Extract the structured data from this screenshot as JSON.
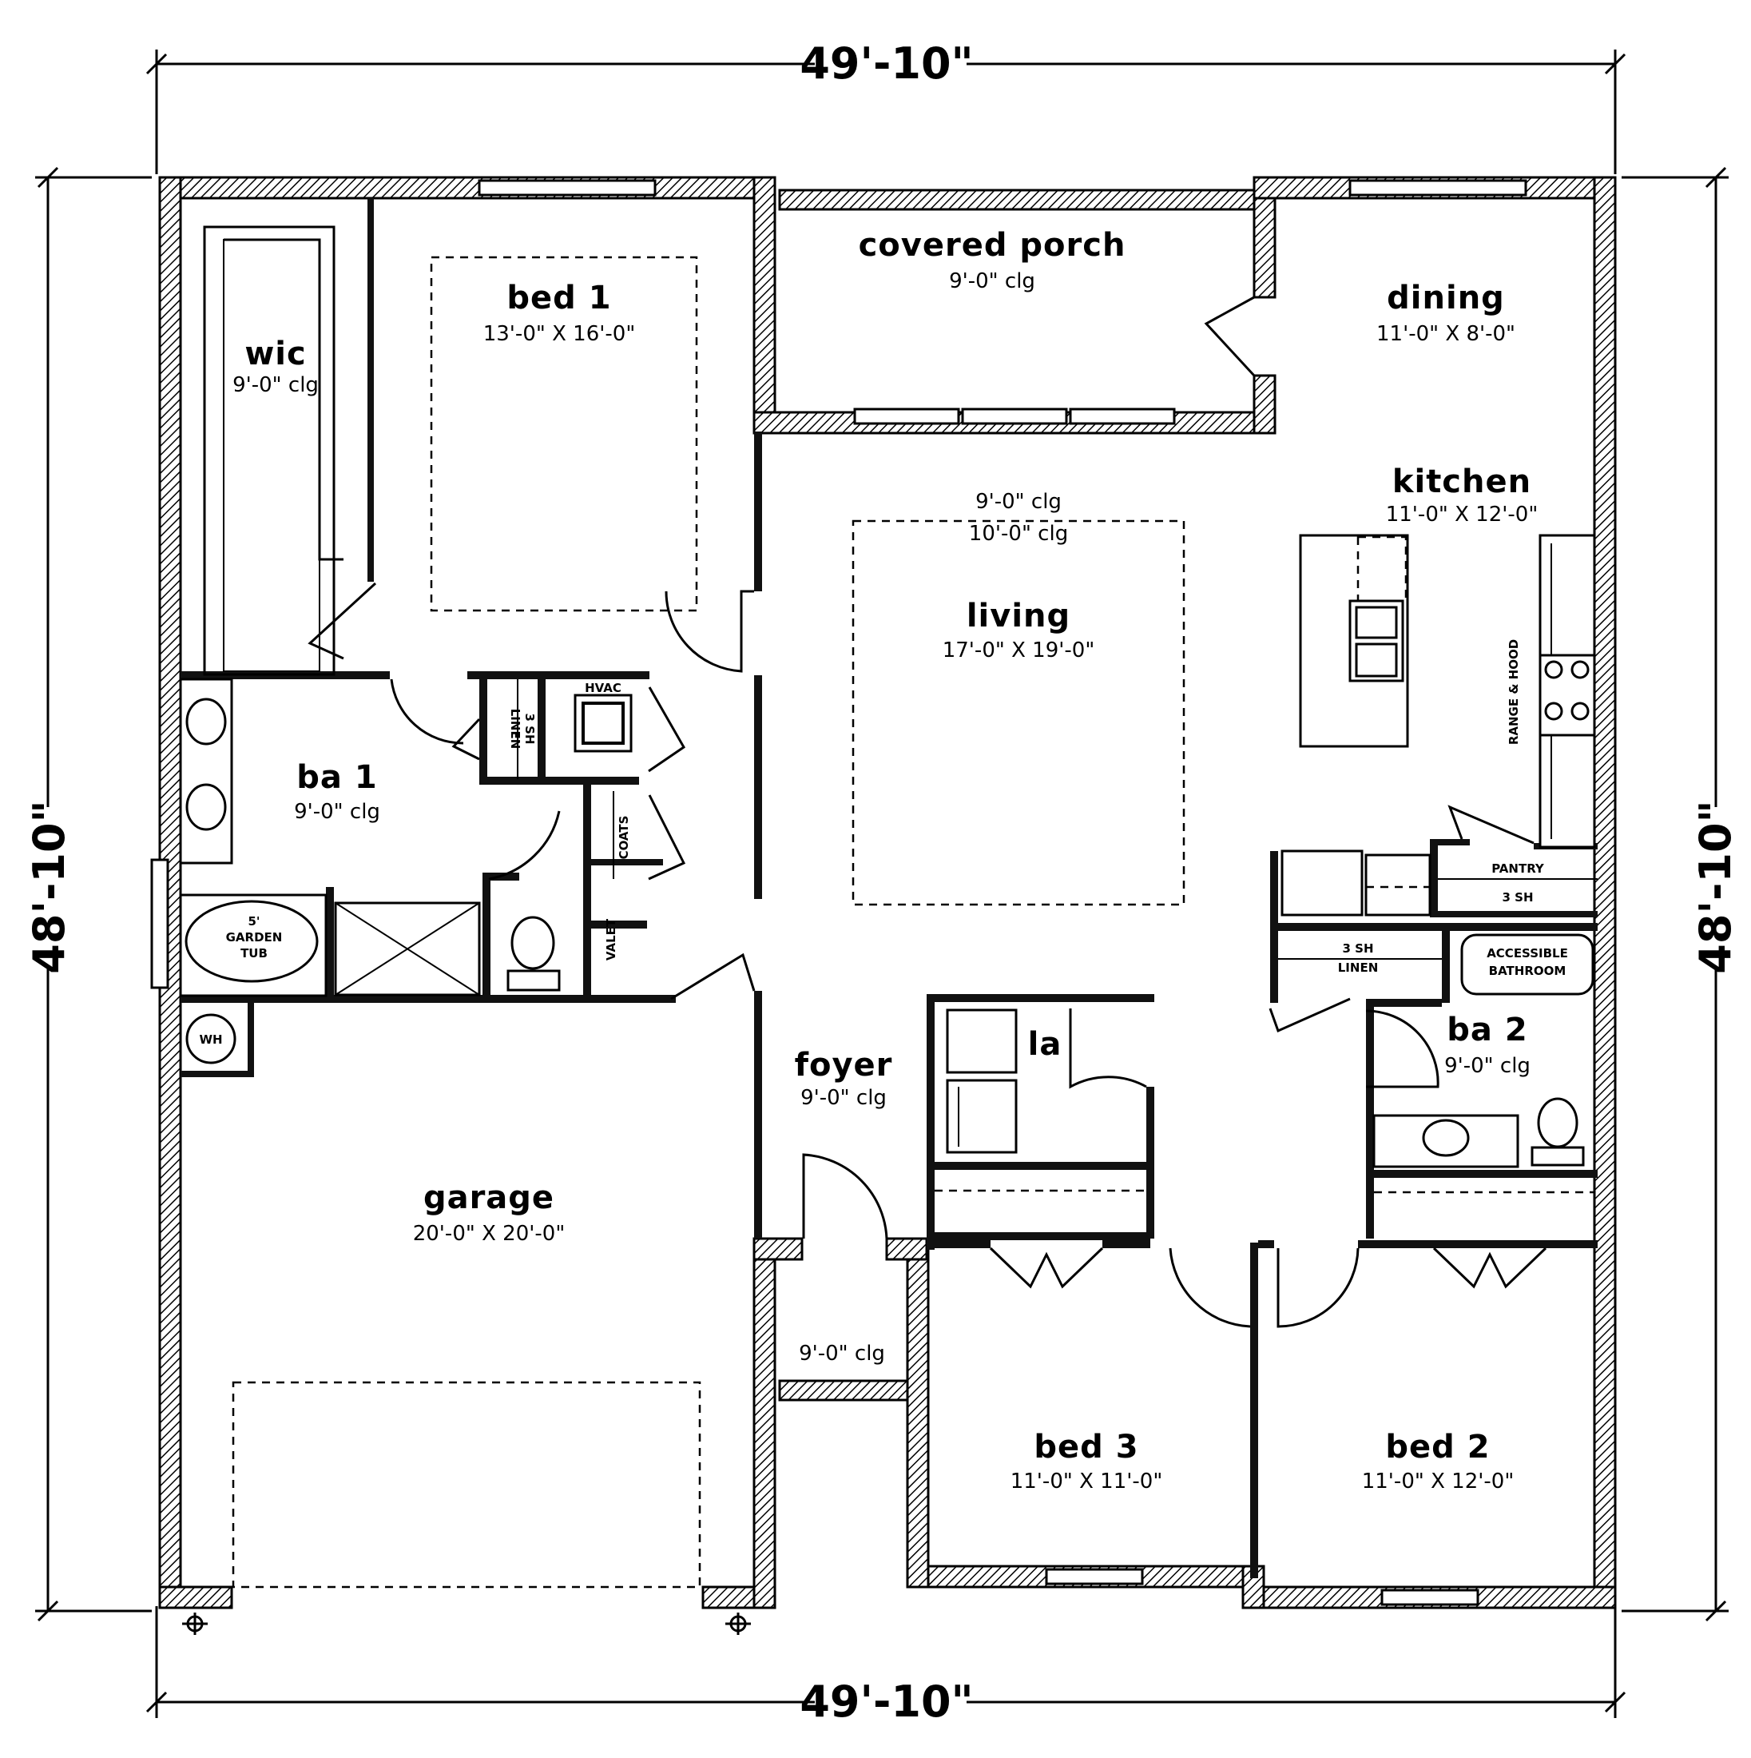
{
  "dimensions": {
    "top": "49'-10\"",
    "bottom": "49'-10\"",
    "left": "48'-10\"",
    "right": "48'-10\""
  },
  "rooms": {
    "wic": {
      "name": "wic",
      "ceiling": "9'-0\" clg"
    },
    "bed1": {
      "name": "bed 1",
      "size": "13'-0\" X 16'-0\""
    },
    "porch": {
      "name": "covered porch",
      "ceiling": "9'-0\" clg"
    },
    "dining": {
      "name": "dining",
      "size": "11'-0\" X 8'-0\""
    },
    "kitchen": {
      "name": "kitchen",
      "size": "11'-0\" X 12'-0\""
    },
    "living": {
      "name": "living",
      "size": "17'-0\" X 19'-0\"",
      "ceiling1": "9'-0\" clg",
      "ceiling2": "10'-0\" clg"
    },
    "ba1": {
      "name": "ba 1",
      "ceiling": "9'-0\" clg"
    },
    "ba2": {
      "name": "ba 2",
      "ceiling": "9'-0\" clg"
    },
    "foyer": {
      "name": "foyer",
      "ceiling": "9'-0\" clg"
    },
    "garage": {
      "name": "garage",
      "size": "20'-0\" X 20'-0\""
    },
    "entry": {
      "ceiling": "9'-0\" clg"
    },
    "laundry": {
      "name": "la"
    },
    "bed3": {
      "name": "bed 3",
      "size": "11'-0\" X 11'-0\""
    },
    "bed2": {
      "name": "bed 2",
      "size": "11'-0\" X 12'-0\""
    }
  },
  "labels": {
    "hvac": "HVAC",
    "linen1": "LINEN",
    "shelf1": "3 SH",
    "coats": "COATS",
    "valet": "VALET",
    "tub1": "5'",
    "tub2": "GARDEN",
    "tub3": "TUB",
    "wh": "WH",
    "range": "RANGE & HOOD",
    "pantry": "PANTRY",
    "pantry_sh": "3 SH",
    "linen2_sh": "3 SH",
    "linen2": "LINEN",
    "acc1": "ACCESSIBLE",
    "acc2": "BATHROOM"
  }
}
